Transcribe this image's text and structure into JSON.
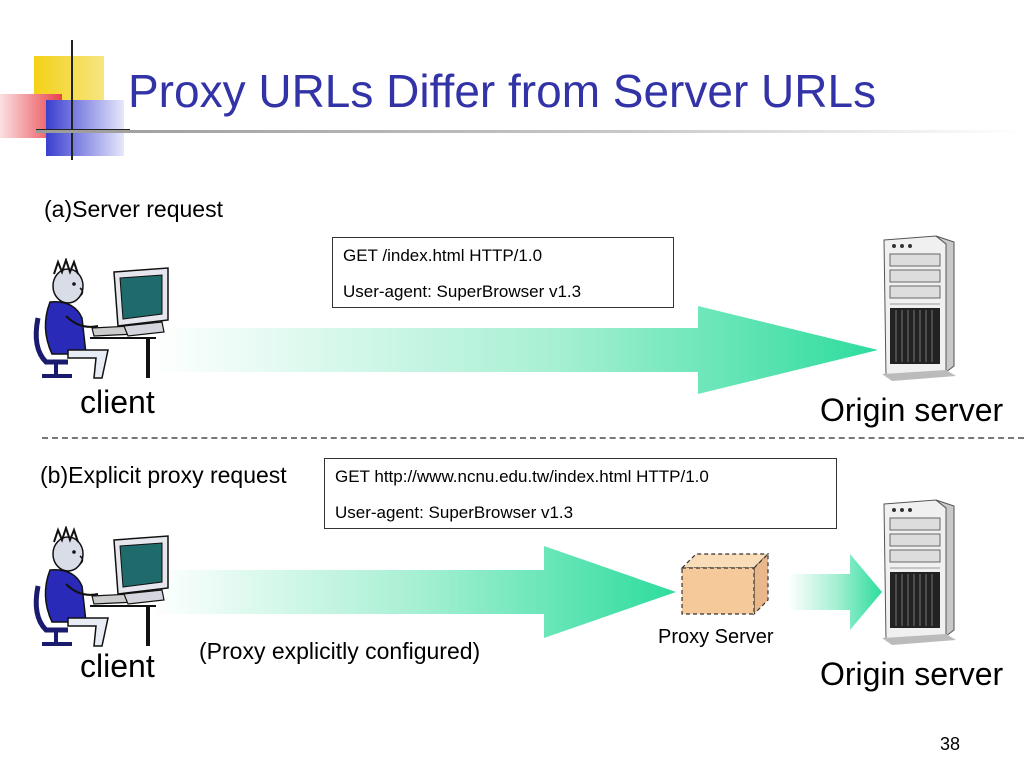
{
  "slide": {
    "title": "Proxy URLs Differ from Server URLs",
    "page_number": "38"
  },
  "section_a": {
    "label": "(a)Server request",
    "request_lines": [
      "GET /index.html HTTP/1.0",
      "User-agent: SuperBrowser v1.3"
    ],
    "client_label": "client",
    "server_label": "Origin server"
  },
  "section_b": {
    "label": "(b)Explicit proxy request",
    "request_lines": [
      "GET http://www.ncnu.edu.tw/index.html HTTP/1.0",
      "User-agent: SuperBrowser v1.3"
    ],
    "client_label": "client",
    "proxy_label": "Proxy Server",
    "note": "(Proxy explicitly configured)",
    "server_label": "Origin server"
  },
  "colors": {
    "title": "#3333a8",
    "arrow": "#2edc9e",
    "proxy_box": "#f5c99a",
    "decor_yellow": "#f3d117",
    "decor_red": "#e8424a",
    "decor_blue": "#3a3fcf"
  },
  "icons": {
    "client": "person-at-computer-icon",
    "server": "tower-server-icon",
    "proxy": "cardboard-box-icon"
  }
}
